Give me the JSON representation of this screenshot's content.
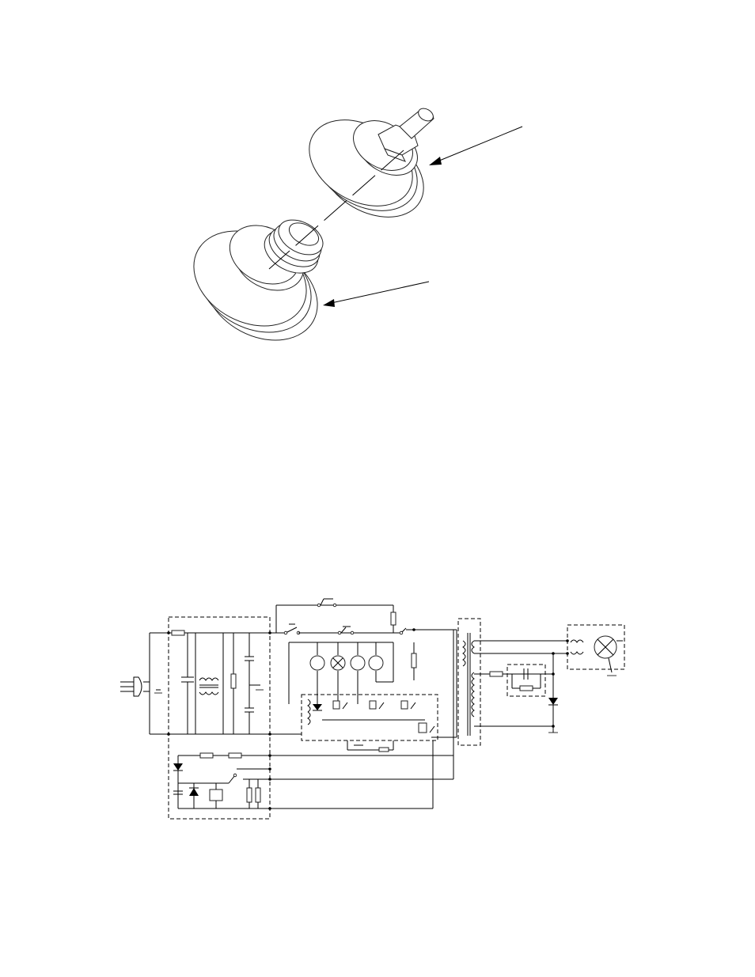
{
  "document": {
    "background": "#ffffff",
    "ink": "#000000",
    "figures": [
      {
        "id": "fig-top",
        "icon": "exploded-assembly-drawing",
        "text": ""
      },
      {
        "id": "fig-schematic",
        "icon": "circuit-schematic",
        "text": ""
      }
    ]
  }
}
